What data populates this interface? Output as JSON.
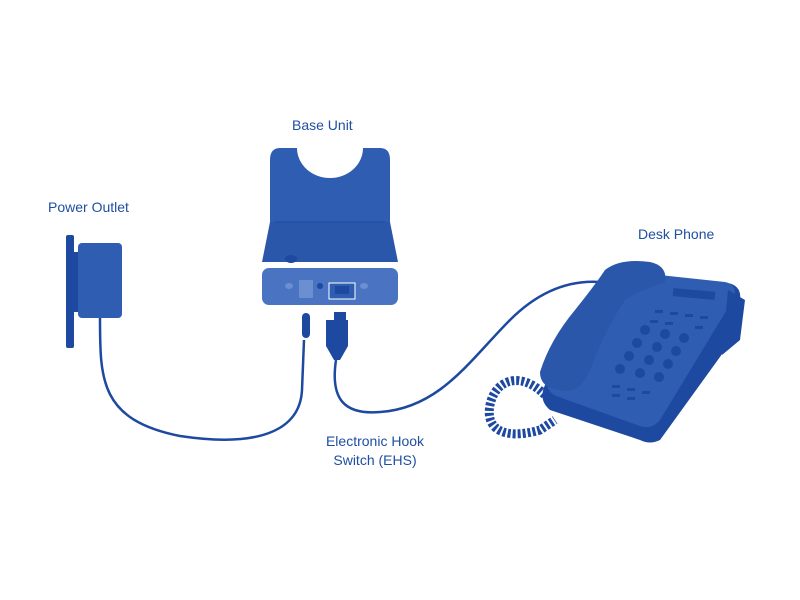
{
  "labels": {
    "base_unit": "Base Unit",
    "power_outlet": "Power Outlet",
    "desk_phone": "Desk Phone",
    "ehs_line1": "Electronic Hook",
    "ehs_line2": "Switch (EHS)"
  },
  "colors": {
    "primary": "#2f5db2",
    "dark": "#1d49a0",
    "light": "#4a74c2",
    "text": "#1f4fa0"
  }
}
